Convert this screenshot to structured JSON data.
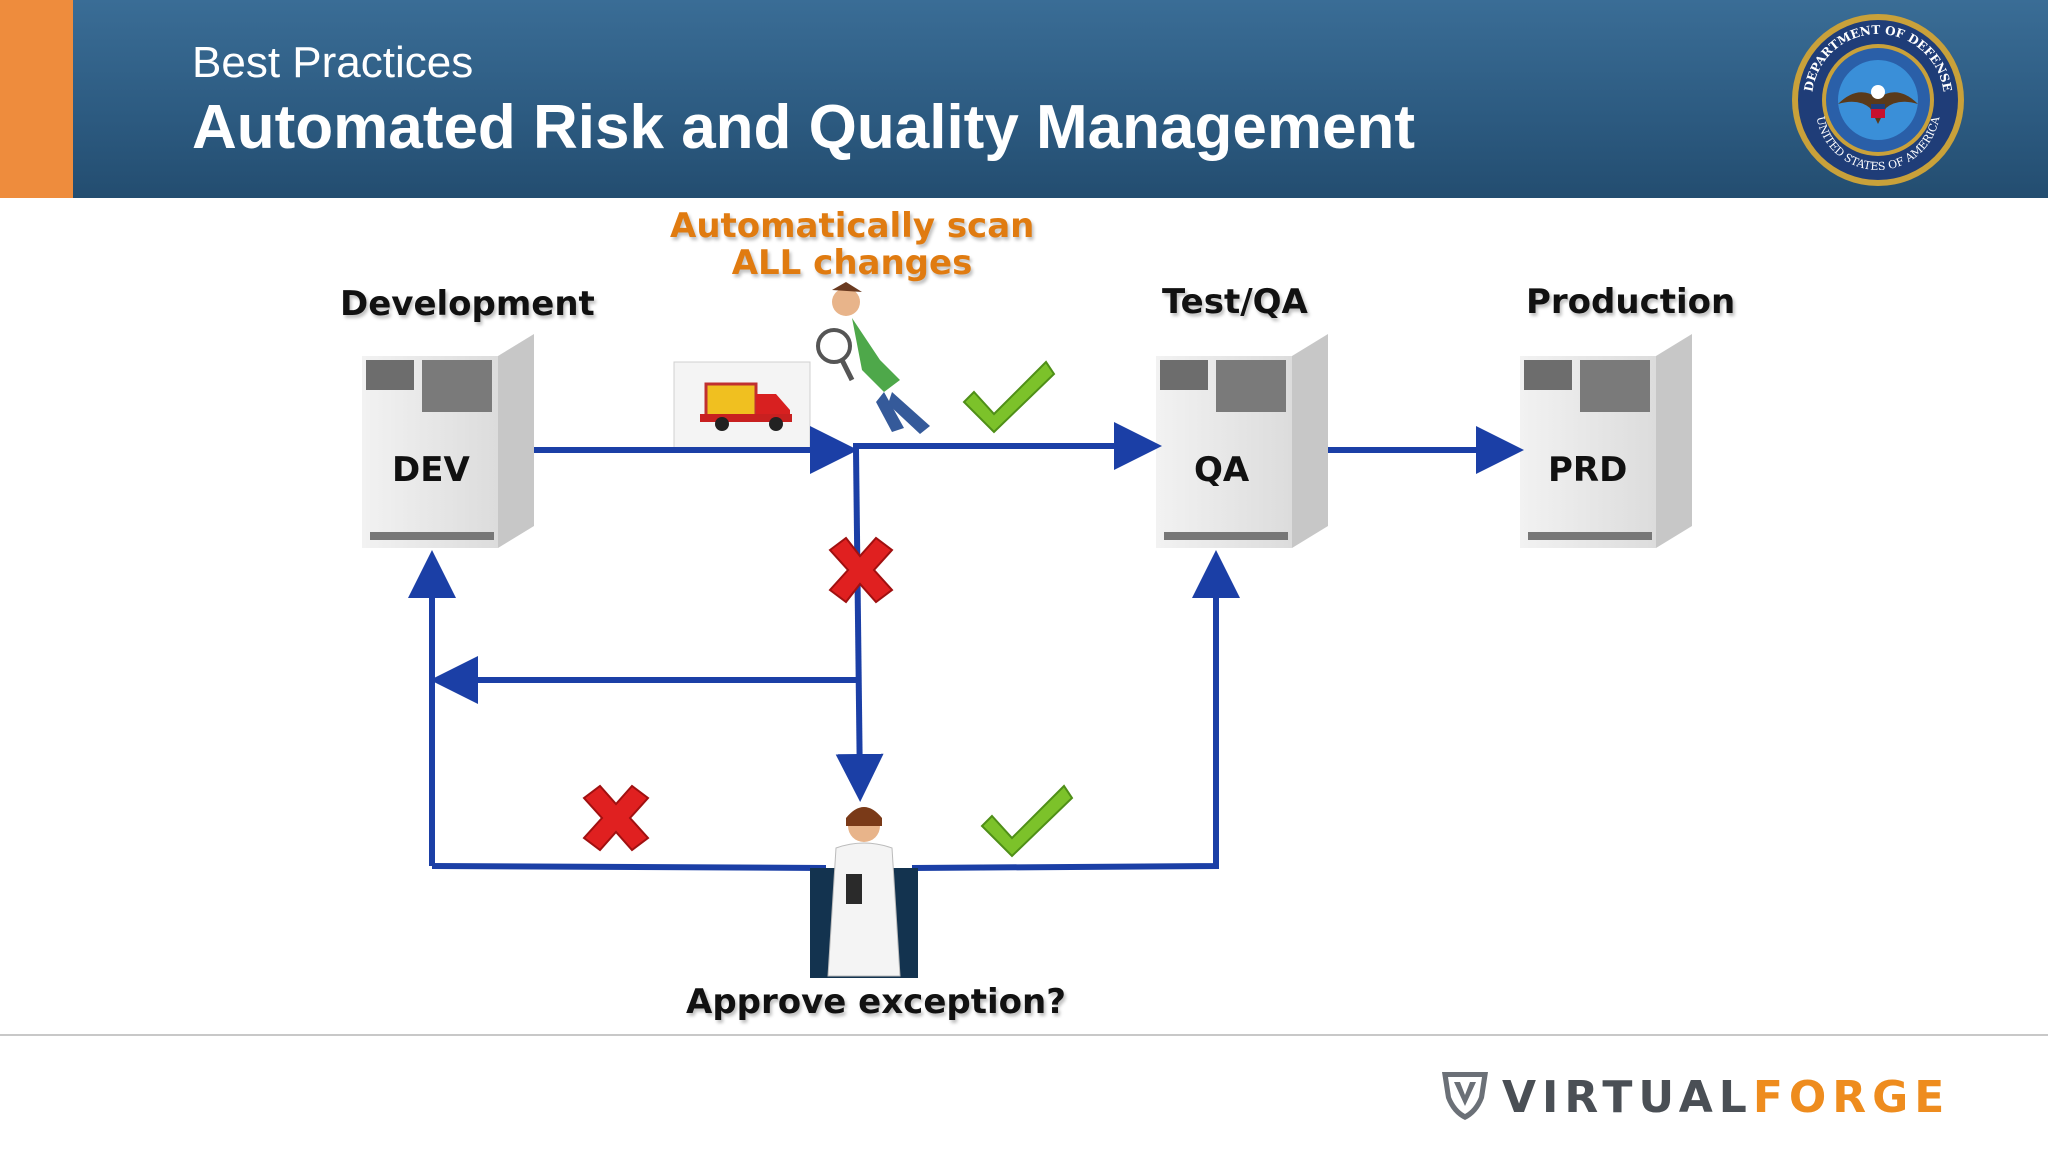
{
  "slide": {
    "subtitle": "Best Practices",
    "title": "Automated Risk and Quality Management"
  },
  "seal": {
    "top_text": "DEPARTMENT OF DEFENSE",
    "bottom_text": "UNITED STATES OF AMERICA"
  },
  "diagram": {
    "annotation_line1": "Automatically scan",
    "annotation_line2": "ALL changes",
    "stages": [
      {
        "label": "Development",
        "server": "DEV"
      },
      {
        "label": "Test/QA",
        "server": "QA"
      },
      {
        "label": "Production",
        "server": "PRD"
      }
    ],
    "approval_label": "Approve exception?"
  },
  "logo": {
    "part1": "VIRTUAL",
    "part2": "FORGE"
  },
  "colors": {
    "header": "#2f5f86",
    "accent": "#ee8c3d",
    "arrow": "#1b3fa6",
    "annotation": "#e07b10",
    "check": "#7cc22a",
    "cross": "#e02020"
  }
}
